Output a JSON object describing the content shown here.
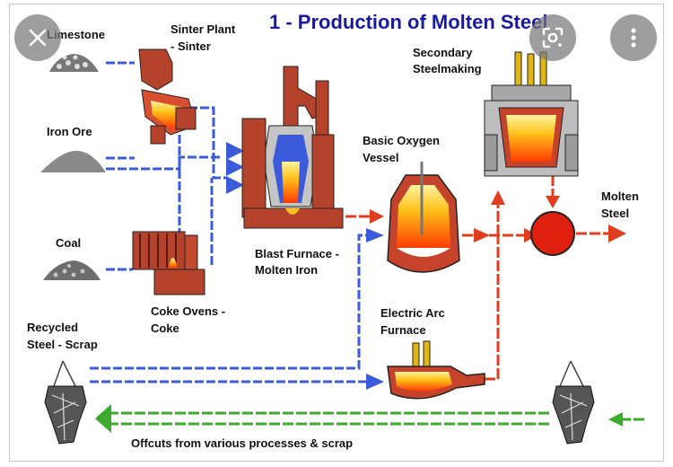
{
  "title": "1 - Production of Molten Steel",
  "labels": {
    "limestone": "Limestone",
    "sinter_plant_1": "Sinter Plant",
    "sinter_plant_2": "- Sinter",
    "iron_ore": "Iron Ore",
    "coal": "Coal",
    "coke_ovens_1": "Coke Ovens -",
    "coke_ovens_2": "Coke",
    "blast_furnace_1": "Blast Furnace -",
    "blast_furnace_2": "Molten Iron",
    "bov_1": "Basic Oxygen",
    "bov_2": "Vessel",
    "secondary_1": "Secondary",
    "secondary_2": "Steelmaking",
    "molten_1": "Molten",
    "molten_2": "Steel",
    "eaf_1": "Electric Arc",
    "eaf_2": "Furnace",
    "recycled_1": "Recycled",
    "recycled_2": "Steel - Scrap",
    "offcuts": "Offcuts from various processes & scrap"
  },
  "overlay": {
    "close_icon": "close-icon",
    "lens_icon": "lens-icon",
    "more_icon": "more-vertical-icon"
  },
  "colors": {
    "title": "#1a1aa0",
    "blue_flow": "#3b5bdb",
    "red_flow": "#e03c1e",
    "green_flow": "#3caa2a",
    "brick": "#b5432b",
    "molten": "#ffc21a"
  }
}
